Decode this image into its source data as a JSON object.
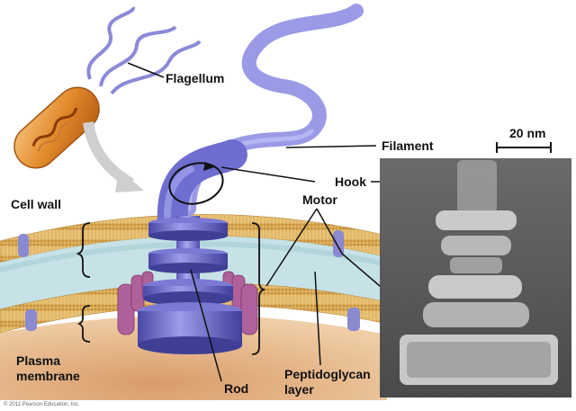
{
  "labels": {
    "flagellum": "Flagellum",
    "filament": "Filament",
    "hook": "Hook",
    "motor": "Motor",
    "cell_wall": "Cell wall",
    "plasma_membrane_line1": "Plasma",
    "plasma_membrane_line2": "membrane",
    "rod": "Rod",
    "peptidoglycan_line1": "Peptidoglycan",
    "peptidoglycan_line2": "layer",
    "scale_bar": "20 nm"
  },
  "copyright": "© 2011 Pearson Education, Inc.",
  "colors": {
    "flagellum": "#8f8fe0",
    "bacterium": "#e28a2c",
    "membrane_tan": "#e8c277",
    "peptidoglycan": "#c6e2e6",
    "cytoplasm": "#e6b88e",
    "motor_protein": "#b0609a"
  }
}
